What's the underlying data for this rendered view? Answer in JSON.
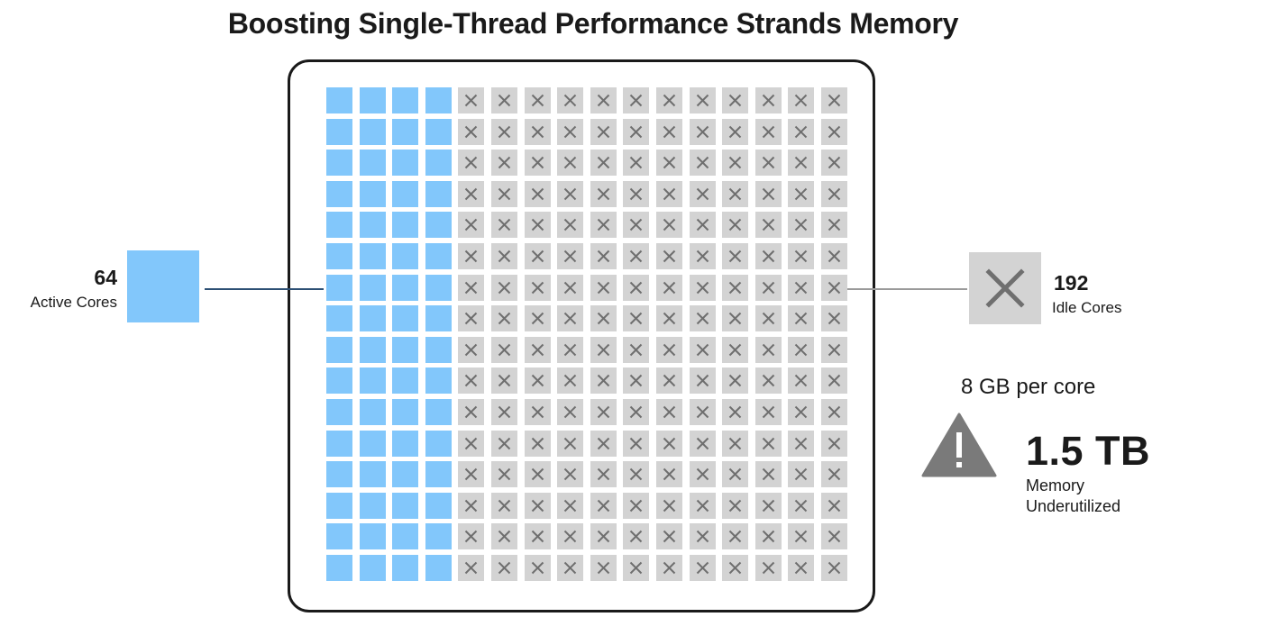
{
  "title": "Boosting Single-Thread Performance Strands Memory",
  "grid": {
    "columns": 16,
    "rows": 16,
    "active_columns": 4,
    "active_color": "#82c7fb",
    "idle_color": "#d3d3d3",
    "idle_icon": "x-icon"
  },
  "active": {
    "count": "64",
    "label": "Active Cores",
    "color": "#82c7fb"
  },
  "idle": {
    "count": "192",
    "label": "Idle Cores",
    "icon": "x-icon",
    "color": "#d3d3d3"
  },
  "memory": {
    "per_core": "8 GB per core",
    "icon": "warning-icon",
    "value": "1.5 TB",
    "label_line1": "Memory",
    "label_line2": "Underutilized"
  }
}
